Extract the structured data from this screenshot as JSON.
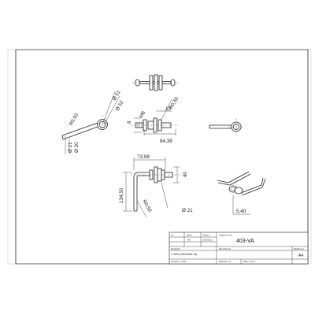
{
  "dimensions": {
    "r050_left": "R0,50",
    "d52": "Ø 52",
    "d51": "Ø 51",
    "d21": "Ø 21",
    "d20": "Ø 20",
    "m8": "M8",
    "num8": "8",
    "num10": "10",
    "r050_top": "R0,50",
    "d84_38": "84,38",
    "d73_08": "73,08",
    "d40": "40",
    "d134_50": "134,50",
    "r050_bottom": "R0,50",
    "d21_bottom": "Ø 21",
    "d5_40": "5,40"
  },
  "title_block": {
    "head_col1": "Art",
    "head_col2": "Name",
    "head_col3": "Datum",
    "head_col4": "Artikelnummer",
    "article_number": "403-VA",
    "row2_col2": "MK",
    "row2_col3": "03.08.2012",
    "bezeichnung_label": "Bezeichnung",
    "werkstoff_label": "Werkstoff",
    "material": "1.4301 (X5CrNi18-10)",
    "blattformat_label": "Blattformat",
    "sheet_size": "A4",
    "gewicht": "Gewicht: 1,0 Stg",
    "massstab": "Maßstab: 1:3",
    "blatt": "Blatt: 1 von 1"
  }
}
